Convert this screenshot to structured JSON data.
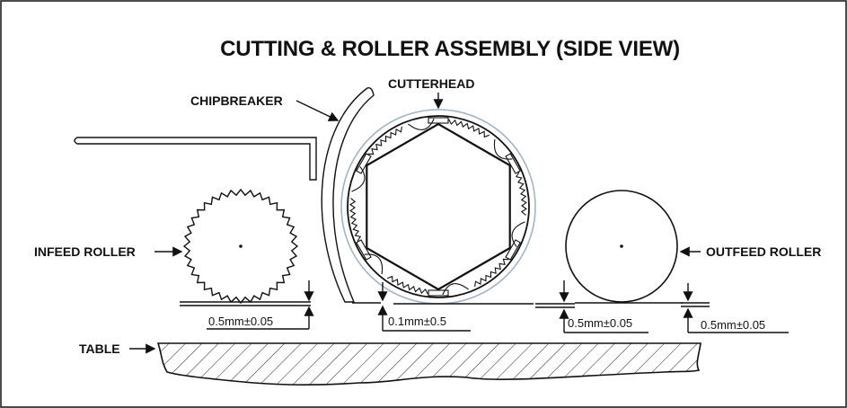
{
  "title": "CUTTING & ROLLER ASSEMBLY (SIDE VIEW)",
  "labels": {
    "chipbreaker": "CHIPBREAKER",
    "cutterhead": "CUTTERHEAD",
    "infeed_roller": "INFEED ROLLER",
    "outfeed_roller": "OUTFEED ROLLER",
    "table": "TABLE"
  },
  "dimensions": {
    "infeed": "0.5mm±0.05",
    "chipbreaker": "0.1mm±0.5",
    "cutterhead": "0.5mm±0.05",
    "outfeed": "0.5mm±0.05"
  }
}
